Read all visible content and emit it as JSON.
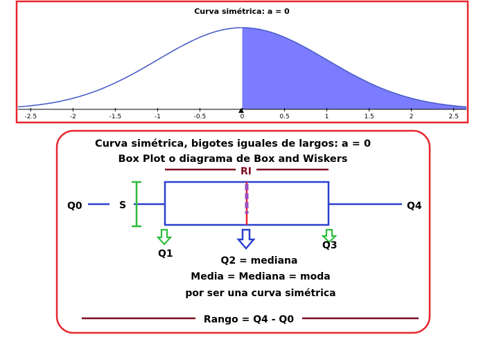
{
  "curve_panel": {
    "title": "Curva simétrica: a = 0",
    "x_ticks": [
      "-2.5",
      "-2",
      "-1.5",
      "-1",
      "-0.5",
      "0",
      "0.5",
      "1",
      "1.5",
      "2",
      "2.5"
    ],
    "x_tick_values": [
      -2.5,
      -2,
      -1.5,
      -1,
      -0.5,
      0,
      0.5,
      1,
      1.5,
      2,
      2.5
    ],
    "x_range": [
      -2.65,
      2.65
    ],
    "shaded_from": 0,
    "curve_color": "#4a5ec8",
    "fill_color": "#7b7cff",
    "frame_color": "#e8242c"
  },
  "boxplot_panel": {
    "title_line1": "Curva simétrica, bigotes iguales de largos: a = 0",
    "title_line2": "Box Plot o diagrama de Box and Wiskers",
    "ri_label": "RI",
    "s_label": "S",
    "q0_label": "Q0",
    "q1_label": "Q1",
    "q2_label": "Q2 = mediana",
    "q3_label": "Q3",
    "q4_label": "Q4",
    "note_line1": "Media = Mediana = moda",
    "note_line2": "por ser una curva simétrica",
    "range_label": "Rango = Q4 - Q0",
    "box_color": "#2b3fce",
    "median_color": "#e8242c",
    "bracket_color": "#7a0d1f",
    "s_color": "#2ebd3a",
    "frame_color": "#e8242c"
  }
}
